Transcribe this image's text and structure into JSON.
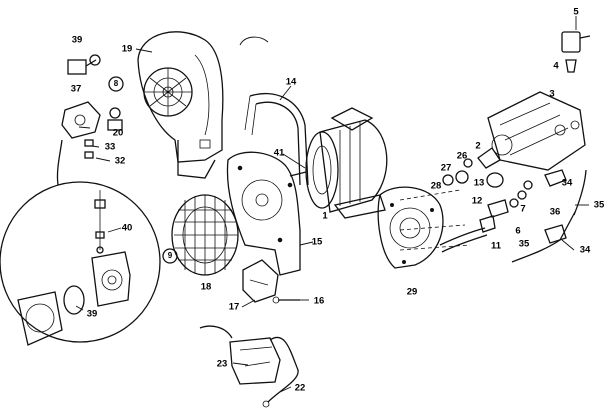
{
  "labels": {
    "l1": "1",
    "l2": "2",
    "l3": "3",
    "l4": "4",
    "l5": "5",
    "l6": "6",
    "l7": "7",
    "l11": "11",
    "l12": "12",
    "l13": "13",
    "l14": "14",
    "l15": "15",
    "l16": "16",
    "l17": "17",
    "l18": "18",
    "l19": "19",
    "l20": "20",
    "l22": "22",
    "l23": "23",
    "l26": "26",
    "l27": "27",
    "l28": "28",
    "l29": "29",
    "l32": "32",
    "l33": "33",
    "l34a": "34",
    "l34b": "34",
    "l35a": "35",
    "l35b": "35",
    "l36": "36",
    "l37": "37",
    "l39a": "39",
    "l39b": "39",
    "l40": "40",
    "l41": "41",
    "l8": "8",
    "l9": "9"
  },
  "colors": {
    "ink": "#111111",
    "paper": "#ffffff"
  }
}
